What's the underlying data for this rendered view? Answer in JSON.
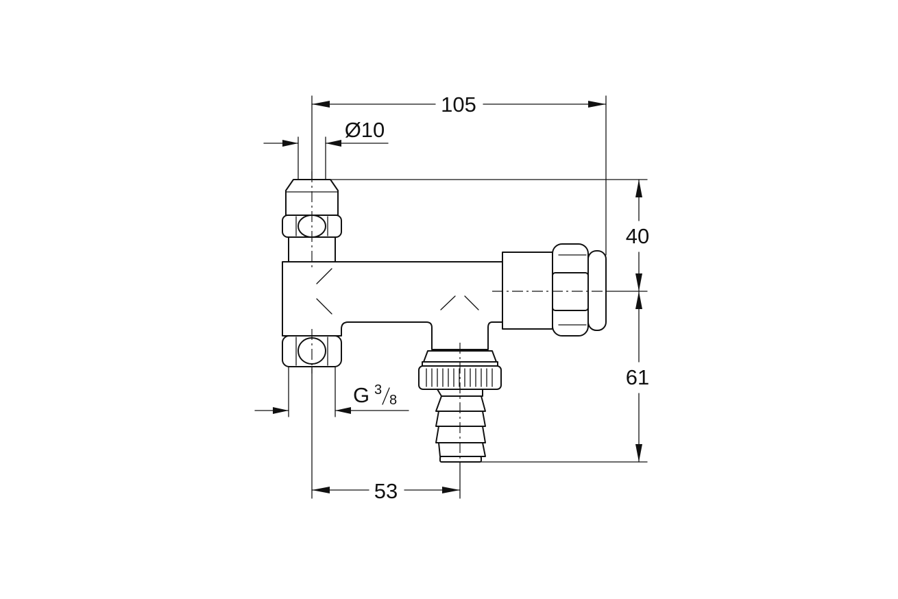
{
  "dimensions": {
    "overall_width": "105",
    "inlet_diameter": "Ø10",
    "height_upper": "40",
    "height_lower": "61",
    "hose_offset": "53",
    "thread_prefix": "G",
    "thread_numerator": "3",
    "thread_denominator": "8"
  }
}
